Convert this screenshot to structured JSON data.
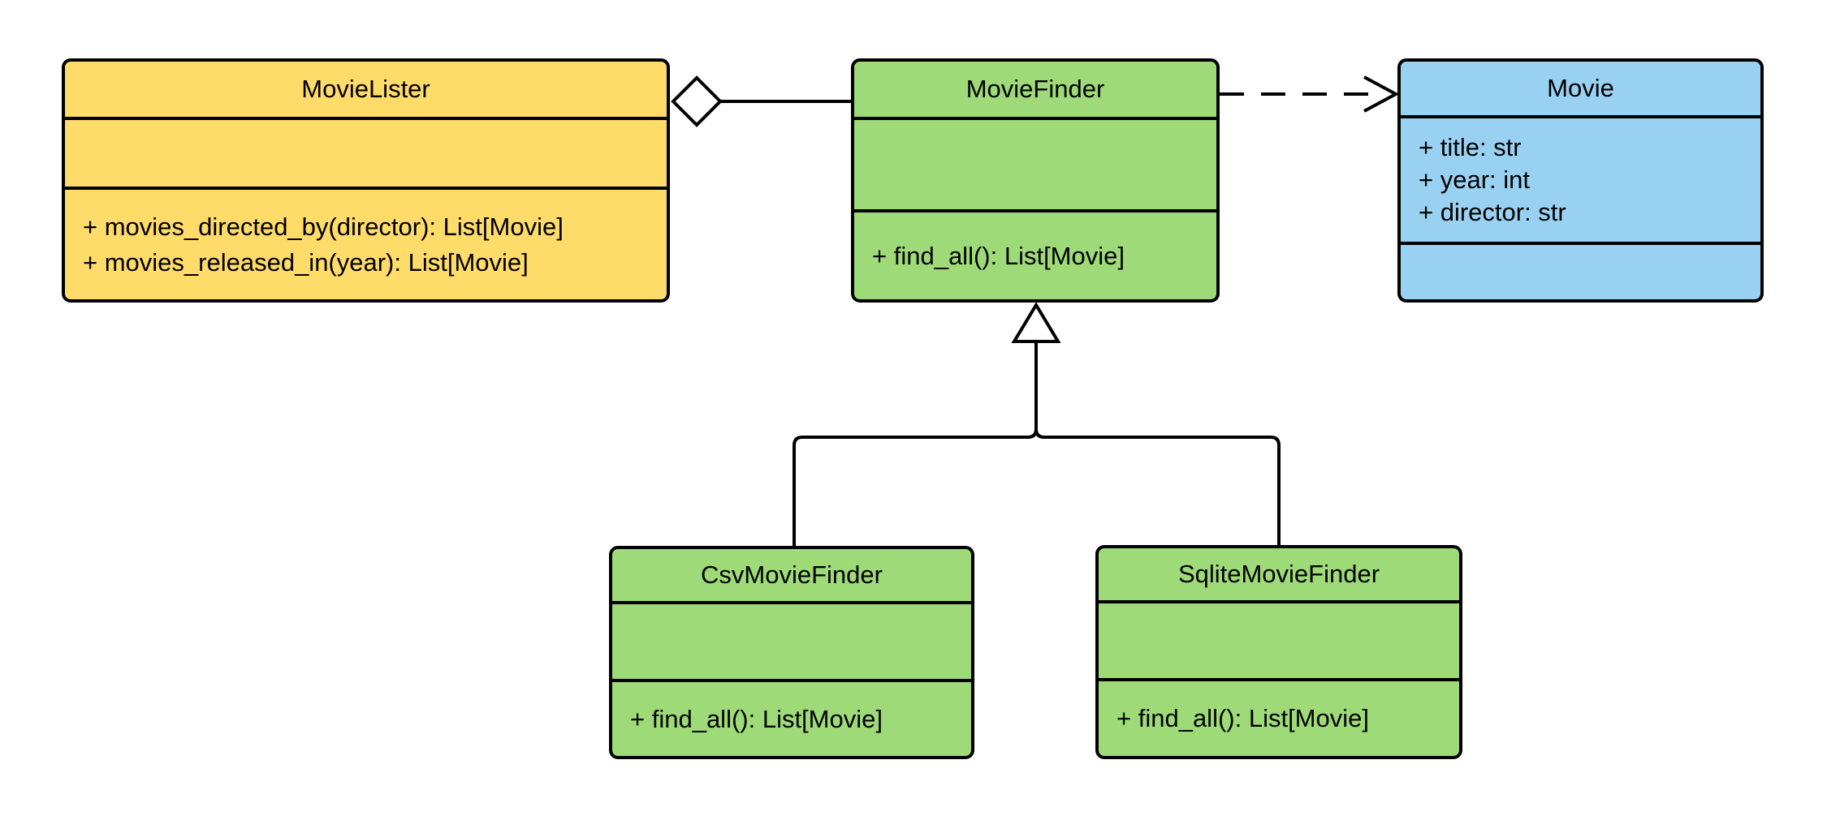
{
  "diagram": {
    "type": "uml-class-diagram",
    "background": "#FFFFFF",
    "colors": {
      "yellow_fill": "#FFDB69",
      "green_fill": "#9EDB78",
      "blue_fill": "#99D1F2",
      "stroke": "#000000"
    },
    "classes": [
      {
        "name": "MovieLister",
        "fill": "#FFDB69",
        "attributes": [],
        "methods": [
          "+ movies_directed_by(director): List[Movie]",
          "+ movies_released_in(year): List[Movie]"
        ]
      },
      {
        "name": "MovieFinder",
        "fill": "#9EDB78",
        "attributes": [],
        "methods": [
          "+ find_all(): List[Movie]"
        ]
      },
      {
        "name": "Movie",
        "fill": "#99D1F2",
        "attributes": [
          "+ title: str",
          "+ year: int",
          "+ director: str"
        ],
        "methods": []
      },
      {
        "name": "CsvMovieFinder",
        "fill": "#9EDB78",
        "attributes": [],
        "methods": [
          "+ find_all(): List[Movie]"
        ]
      },
      {
        "name": "SqliteMovieFinder",
        "fill": "#9EDB78",
        "attributes": [],
        "methods": [
          "+ find_all(): List[Movie]"
        ]
      }
    ],
    "relationships": [
      {
        "type": "aggregation",
        "from": "MovieLister",
        "to": "MovieFinder",
        "line": "solid",
        "marker": "hollow-diamond-at-MovieLister"
      },
      {
        "type": "dependency",
        "from": "MovieFinder",
        "to": "Movie",
        "line": "dashed",
        "marker": "open-arrow-at-Movie"
      },
      {
        "type": "inheritance",
        "from": "CsvMovieFinder",
        "to": "MovieFinder",
        "line": "solid",
        "marker": "hollow-triangle-at-MovieFinder"
      },
      {
        "type": "inheritance",
        "from": "SqliteMovieFinder",
        "to": "MovieFinder",
        "line": "solid",
        "marker": "hollow-triangle-at-MovieFinder"
      }
    ]
  }
}
